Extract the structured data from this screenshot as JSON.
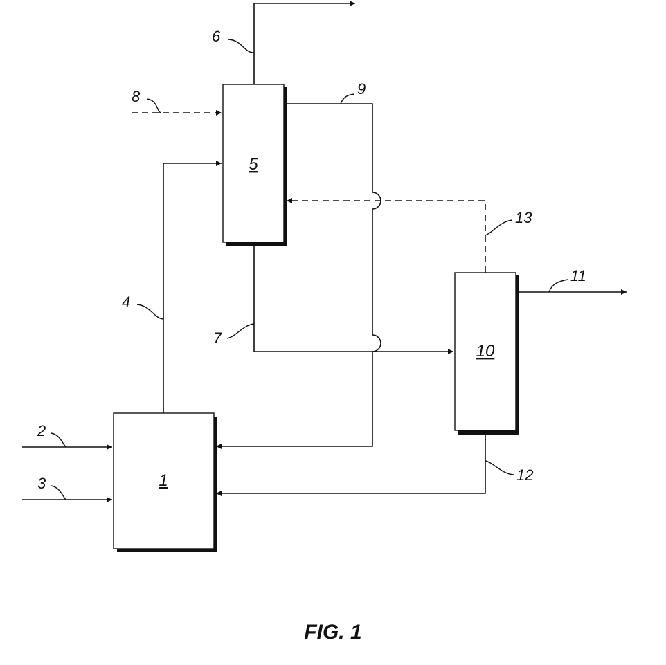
{
  "figure": {
    "caption": "FIG. 1"
  },
  "units": {
    "unit_1": "1",
    "unit_5": "5",
    "unit_10": "10"
  },
  "streams": {
    "s2": "2",
    "s3": "3",
    "s4": "4",
    "s6": "6",
    "s7": "7",
    "s8": "8",
    "s9": "9",
    "s11": "11",
    "s12": "12",
    "s13": "13"
  },
  "colors": {
    "ink": "#111111",
    "background": "#ffffff"
  }
}
